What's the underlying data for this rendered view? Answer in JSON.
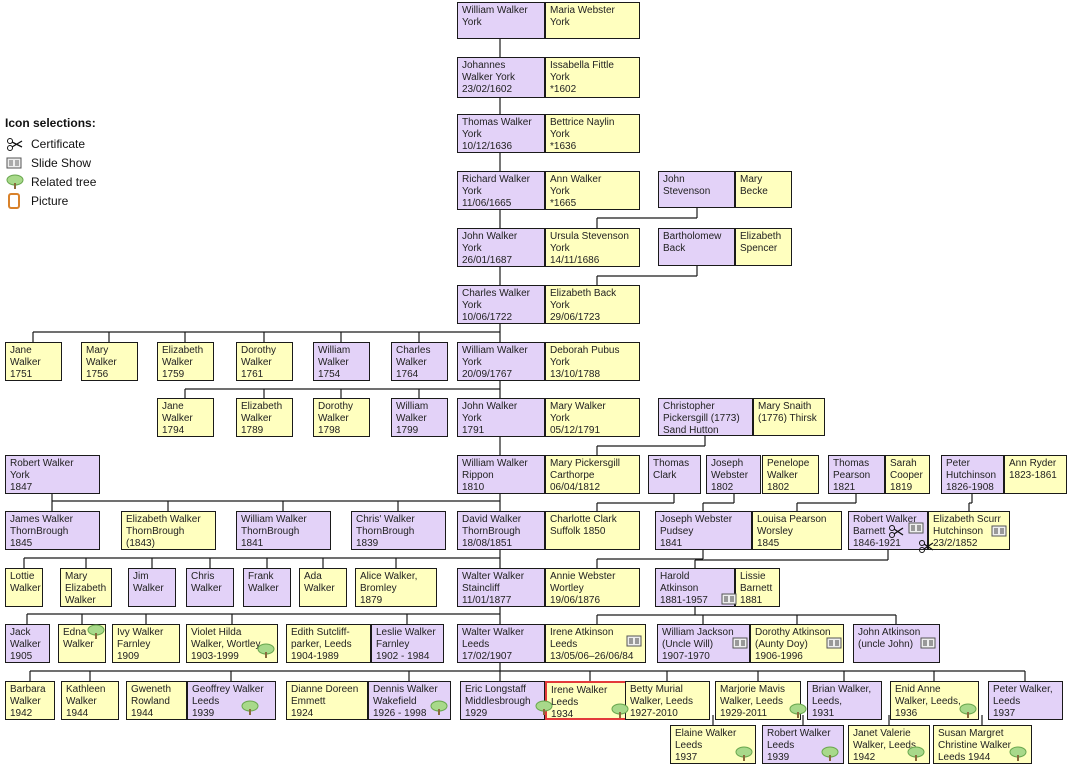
{
  "legend": {
    "title": "Icon selections:",
    "items": [
      {
        "icon": "certificate-icon",
        "label": "Certificate"
      },
      {
        "icon": "slideshow-icon",
        "label": "Slide Show"
      },
      {
        "icon": "related-tree-icon",
        "label": "Related tree"
      },
      {
        "icon": "picture-icon",
        "label": "Picture"
      }
    ]
  },
  "colors": {
    "male": "#e3d2f8",
    "female": "#ffffbf",
    "selected": "#e23a3a",
    "line": "#1a1a1a"
  },
  "people": [
    {
      "id": "p1",
      "text": "William Walker\nYork",
      "sex": "m"
    },
    {
      "id": "p2",
      "text": "Maria Webster\nYork",
      "sex": "f"
    },
    {
      "id": "p3",
      "text": "Johannes\nWalker York\n23/02/1602",
      "sex": "m"
    },
    {
      "id": "p4",
      "text": "Issabella Fittle\nYork\n*1602",
      "sex": "f"
    },
    {
      "id": "p5",
      "text": "Thomas Walker\nYork\n10/12/1636",
      "sex": "m"
    },
    {
      "id": "p6",
      "text": "Bettrice Naylin\nYork\n*1636",
      "sex": "f"
    },
    {
      "id": "p7",
      "text": "Richard Walker\nYork\n11/06/1665",
      "sex": "m"
    },
    {
      "id": "p8",
      "text": "Ann Walker\nYork\n*1665",
      "sex": "f"
    },
    {
      "id": "p9",
      "text": "John\nStevenson",
      "sex": "m"
    },
    {
      "id": "p10",
      "text": "Mary\nBecke",
      "sex": "f"
    },
    {
      "id": "p11",
      "text": "John Walker\nYork\n26/01/1687",
      "sex": "m"
    },
    {
      "id": "p12",
      "text": "Ursula Stevenson\nYork\n14/11/1686",
      "sex": "f"
    },
    {
      "id": "p13",
      "text": "Bartholomew\nBack",
      "sex": "m"
    },
    {
      "id": "p14",
      "text": "Elizabeth\nSpencer",
      "sex": "f"
    },
    {
      "id": "p15",
      "text": "Charles Walker\nYork\n10/06/1722",
      "sex": "m"
    },
    {
      "id": "p16",
      "text": "Elizabeth Back\nYork\n29/06/1723",
      "sex": "f"
    },
    {
      "id": "p17",
      "text": "Jane\nWalker\n1751",
      "sex": "f"
    },
    {
      "id": "p18",
      "text": "Mary\nWalker\n1756",
      "sex": "f"
    },
    {
      "id": "p19",
      "text": "Elizabeth\nWalker\n1759",
      "sex": "f"
    },
    {
      "id": "p20",
      "text": "Dorothy\nWalker\n1761",
      "sex": "f"
    },
    {
      "id": "p21",
      "text": "William\nWalker\n1754",
      "sex": "m"
    },
    {
      "id": "p22",
      "text": "Charles\nWalker\n1764",
      "sex": "m"
    },
    {
      "id": "p23",
      "text": "William Walker\nYork\n20/09/1767",
      "sex": "m"
    },
    {
      "id": "p24",
      "text": "Deborah Pubus\nYork\n13/10/1788",
      "sex": "f"
    },
    {
      "id": "p25",
      "text": "Jane\nWalker\n1794",
      "sex": "f"
    },
    {
      "id": "p26",
      "text": "Elizabeth\nWalker\n1789",
      "sex": "f"
    },
    {
      "id": "p27",
      "text": "Dorothy\nWalker\n1798",
      "sex": "f"
    },
    {
      "id": "p28",
      "text": "William\nWalker\n1799",
      "sex": "m"
    },
    {
      "id": "p29",
      "text": "John Walker\nYork\n1791",
      "sex": "m"
    },
    {
      "id": "p30",
      "text": "Mary Walker\nYork\n05/12/1791",
      "sex": "f"
    },
    {
      "id": "p31",
      "text": "Christopher\nPickersgill (1773)\nSand Hutton",
      "sex": "m"
    },
    {
      "id": "p32",
      "text": "Mary Snaith\n(1776) Thirsk",
      "sex": "f"
    },
    {
      "id": "p33",
      "text": "Robert Walker\nYork\n1847",
      "sex": "m"
    },
    {
      "id": "p34",
      "text": "William Walker\nRippon\n1810",
      "sex": "m"
    },
    {
      "id": "p35",
      "text": "Mary Pickersgill\nCarthorpe\n06/04/1812",
      "sex": "f"
    },
    {
      "id": "p36",
      "text": "Thomas\nClark",
      "sex": "m"
    },
    {
      "id": "p37",
      "text": "Joseph\nWebster\n1802",
      "sex": "m"
    },
    {
      "id": "p38",
      "text": "Penelope\nWalker\n1802",
      "sex": "f"
    },
    {
      "id": "p39",
      "text": "Thomas\nPearson\n1821",
      "sex": "m"
    },
    {
      "id": "p40",
      "text": "Sarah\nCooper\n1819",
      "sex": "f"
    },
    {
      "id": "p41",
      "text": "Peter\nHutchinson\n1826-1908",
      "sex": "m"
    },
    {
      "id": "p42",
      "text": "Ann Ryder\n1823-1861",
      "sex": "f"
    },
    {
      "id": "p43",
      "text": "James Walker\nThornBrough\n1845",
      "sex": "m"
    },
    {
      "id": "p44",
      "text": "Elizabeth Walker\nThornBrough\n(1843)",
      "sex": "f"
    },
    {
      "id": "p45",
      "text": "William Walker\nThornBrough\n1841",
      "sex": "m"
    },
    {
      "id": "p46",
      "text": "Chris' Walker\nThornBrough\n1839",
      "sex": "m"
    },
    {
      "id": "p47",
      "text": "David Walker\nThornBrough\n18/08/1851",
      "sex": "m"
    },
    {
      "id": "p48",
      "text": "Charlotte Clark\nSuffolk 1850",
      "sex": "f"
    },
    {
      "id": "p49",
      "text": "Joseph Webster\nPudsey\n1841",
      "sex": "m"
    },
    {
      "id": "p50",
      "text": "Louisa Pearson\nWorsley\n1845",
      "sex": "f"
    },
    {
      "id": "p51",
      "text": "Robert Walker\nBarnett\n1846-1921",
      "sex": "m"
    },
    {
      "id": "p52",
      "text": "Elizabeth Scurr\nHutchinson\n23/2/1852",
      "sex": "f"
    },
    {
      "id": "p53",
      "text": "Lottie\nWalker",
      "sex": "f"
    },
    {
      "id": "p54",
      "text": "Mary\nElizabeth\nWalker",
      "sex": "f"
    },
    {
      "id": "p55",
      "text": "Jim\nWalker",
      "sex": "m"
    },
    {
      "id": "p56",
      "text": "Chris\nWalker",
      "sex": "m"
    },
    {
      "id": "p57",
      "text": "Frank\nWalker",
      "sex": "m"
    },
    {
      "id": "p58",
      "text": "Ada\nWalker",
      "sex": "f"
    },
    {
      "id": "p59",
      "text": "Alice Walker,\nBromley\n1879",
      "sex": "f"
    },
    {
      "id": "p60",
      "text": "Walter Walker\nStaincliff\n11/01/1877",
      "sex": "m"
    },
    {
      "id": "p61",
      "text": "Annie Webster\nWortley\n19/06/1876",
      "sex": "f"
    },
    {
      "id": "p62",
      "text": "Harold\nAtkinson\n1881-1957",
      "sex": "m"
    },
    {
      "id": "p63",
      "text": "Lissie\nBarnett\n1881",
      "sex": "f"
    },
    {
      "id": "p64",
      "text": "Jack\nWalker\n1905",
      "sex": "m"
    },
    {
      "id": "p65",
      "text": "Edna\nWalker",
      "sex": "f"
    },
    {
      "id": "p66",
      "text": "Ivy Walker\nFarnley\n1909",
      "sex": "f"
    },
    {
      "id": "p67",
      "text": "Violet Hilda\nWalker, Wortley\n1903-1999",
      "sex": "f"
    },
    {
      "id": "p68",
      "text": "Edith Sutcliff-\nparker, Leeds\n1904-1989",
      "sex": "f"
    },
    {
      "id": "p69",
      "text": "Leslie Walker\nFarnley\n1902 - 1984",
      "sex": "m"
    },
    {
      "id": "p70",
      "text": "Walter Walker\nLeeds\n17/02/1907",
      "sex": "m"
    },
    {
      "id": "p71",
      "text": "Irene Atkinson\nLeeds\n13/05/06–26/06/84",
      "sex": "f"
    },
    {
      "id": "p72",
      "text": "William Jackson\n(Uncle Will)\n1907-1970",
      "sex": "m"
    },
    {
      "id": "p73",
      "text": "Dorothy Atkinson\n(Aunty Doy)\n1906-1996",
      "sex": "f"
    },
    {
      "id": "p74",
      "text": "John Atkinson\n(uncle John)",
      "sex": "m"
    },
    {
      "id": "p75",
      "text": "Barbara\nWalker\n1942",
      "sex": "f"
    },
    {
      "id": "p76",
      "text": "Kathleen\nWalker\n1944",
      "sex": "f"
    },
    {
      "id": "p77",
      "text": "Gweneth\nRowland\n1944",
      "sex": "f"
    },
    {
      "id": "p78",
      "text": "Geoffrey Walker\nLeeds\n1939",
      "sex": "m"
    },
    {
      "id": "p79",
      "text": "Dianne Doreen\nEmmett\n1924",
      "sex": "f"
    },
    {
      "id": "p80",
      "text": "Dennis Walker\nWakefield\n1926 - 1998",
      "sex": "m"
    },
    {
      "id": "p81",
      "text": "Eric Longstaff\nMiddlesbrough\n1929",
      "sex": "m"
    },
    {
      "id": "p82",
      "text": "Irene Walker\nLeeds\n1934",
      "sex": "f"
    },
    {
      "id": "p83",
      "text": "Betty Murial\nWalker, Leeds\n1927-2010",
      "sex": "f"
    },
    {
      "id": "p84",
      "text": "Marjorie Mavis\nWalker, Leeds\n1929-2011",
      "sex": "f"
    },
    {
      "id": "p85",
      "text": "Brian Walker,\nLeeds,\n1931",
      "sex": "m"
    },
    {
      "id": "p86",
      "text": "Enid Anne\nWalker, Leeds,\n1936",
      "sex": "f"
    },
    {
      "id": "p87",
      "text": "Peter Walker,\nLeeds\n1937",
      "sex": "m"
    },
    {
      "id": "p88",
      "text": "Elaine Walker\nLeeds\n1937",
      "sex": "f"
    },
    {
      "id": "p89",
      "text": "Robert Walker\nLeeds\n1939",
      "sex": "m"
    },
    {
      "id": "p90",
      "text": "Janet Valerie\nWalker, Leeds\n1942",
      "sex": "f"
    },
    {
      "id": "p91",
      "text": "Susan Margret\nChristine Walker\nLeeds 1944",
      "sex": "f"
    }
  ]
}
